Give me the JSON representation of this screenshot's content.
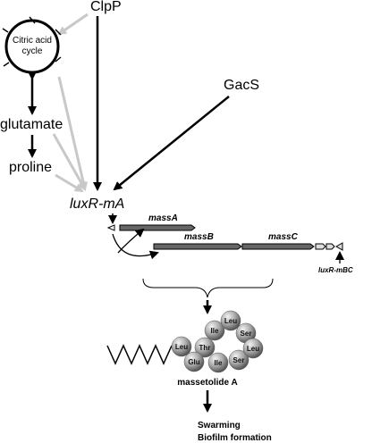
{
  "nodes": {
    "clpp": "ClpP",
    "citric_cycle_line1": "Citric acid",
    "citric_cycle_line2": "cycle",
    "glutamate": "glutamate",
    "proline": "proline",
    "gacs": "GacS",
    "luxr_ma": "luxR-mA",
    "luxr_mbc": "luxR-mBC"
  },
  "genes": [
    "massA",
    "massB",
    "massC"
  ],
  "product": {
    "name": "massetolide A",
    "amino_acids": [
      "Leu",
      "Ile",
      "Ser",
      "Thr",
      "Leu",
      "Glu",
      "Ile",
      "Ser",
      "Leu"
    ]
  },
  "phenotypes": [
    "Swarming",
    "Biofilm formation"
  ],
  "colors": {
    "black_arrow": "#000000",
    "gray_arrow": "#c8c8c8",
    "gene_fill": "#666666",
    "small_gene_fill": "#dddddd"
  }
}
